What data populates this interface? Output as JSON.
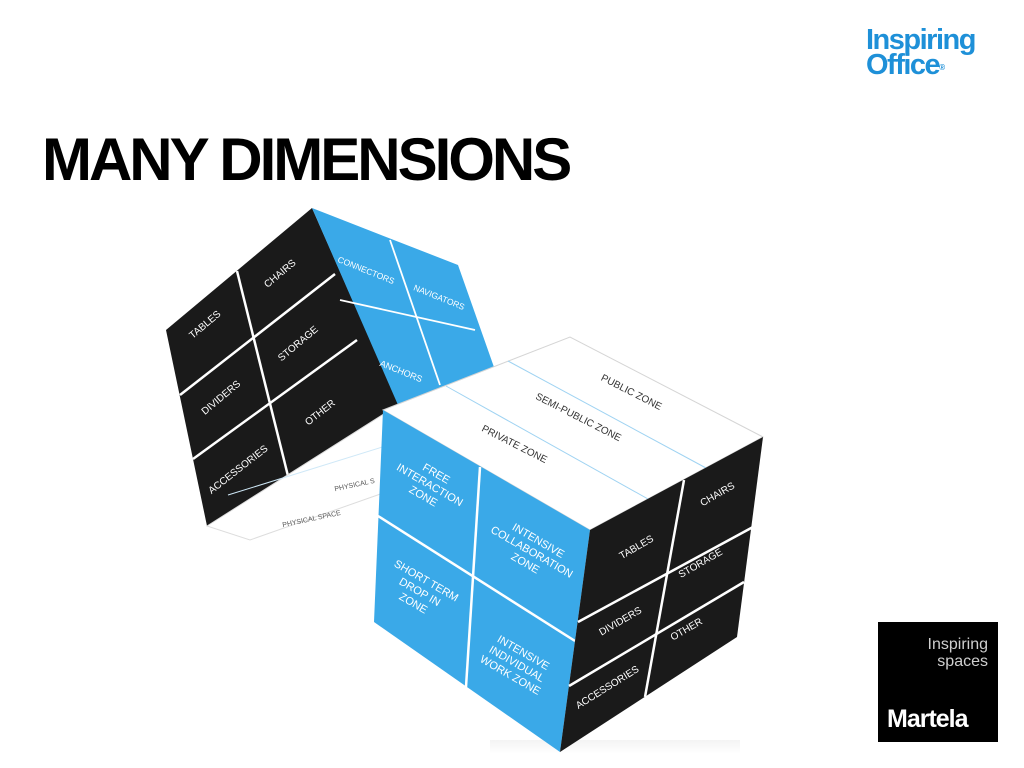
{
  "slide": {
    "title": "MANY DIMENSIONS"
  },
  "logo": {
    "line1": "Inspiring",
    "line2": "Office",
    "mark": "®"
  },
  "badge": {
    "tagline1": "Inspiring",
    "tagline2": "spaces",
    "brand": "Martela"
  },
  "colors": {
    "blue": "#3aa9e8",
    "black": "#1a1a1a",
    "logo_blue": "#1e90d8"
  },
  "back_cube": {
    "furniture": [
      "TABLES",
      "CHAIRS",
      "DIVIDERS",
      "STORAGE",
      "ACCESSORIES",
      "OTHER"
    ],
    "roles": [
      "CONNECTORS",
      "NAVIGATORS",
      "ANCHORS"
    ],
    "space": [
      "PHYSICAL S",
      "PHYSICAL SPACE"
    ]
  },
  "front_cube": {
    "zones_top": [
      "PUBLIC ZONE",
      "SEMI-PUBLIC ZONE",
      "PRIVATE ZONE"
    ],
    "work_zones": [
      [
        "FREE",
        "INTERACTION",
        "ZONE"
      ],
      [
        "INTENSIVE",
        "COLLABORATION",
        "ZONE"
      ],
      [
        "SHORT TERM",
        "DROP IN",
        "ZONE"
      ],
      [
        "INTENSIVE",
        "INDIVIDUAL",
        "WORK ZONE"
      ]
    ],
    "furniture": [
      "TABLES",
      "CHAIRS",
      "DIVIDERS",
      "STORAGE",
      "ACCESSORIES",
      "OTHER"
    ]
  }
}
